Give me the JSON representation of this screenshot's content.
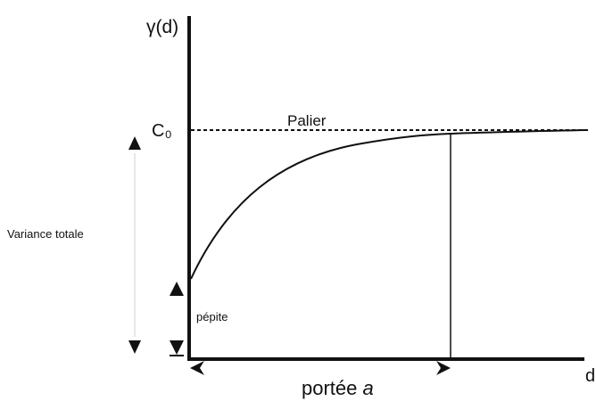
{
  "diagram": {
    "y_axis_label": "γ(d)",
    "x_axis_label": "d",
    "sill_symbol": "C₀",
    "sill_label": "Palier",
    "total_variance_label": "Variance totale",
    "nugget_label": "pépite",
    "range_label_text": "portée ",
    "range_label_symbol": "a"
  },
  "colors": {
    "ink": "#111111",
    "faint": "#cfcfcf",
    "background": "#ffffff"
  }
}
